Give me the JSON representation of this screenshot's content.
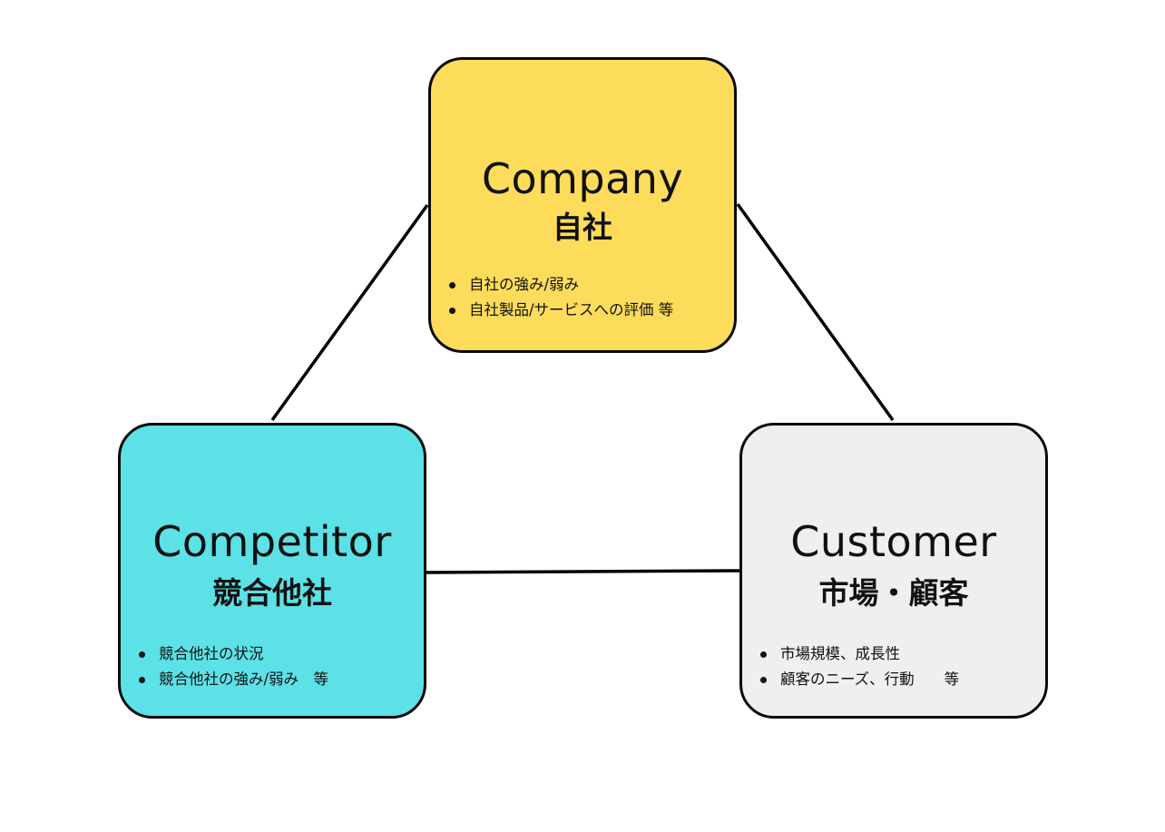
{
  "diagram": {
    "type": "3C analysis",
    "nodes": [
      {
        "id": "company",
        "title": "Company",
        "subtitle": "自社",
        "fill_color": "#FDDC5C",
        "items": [
          "自社の強み/弱み",
          "自社製品/サービスへの評価 等"
        ]
      },
      {
        "id": "competitor",
        "title": "Competitor",
        "subtitle": "競合他社",
        "fill_color": "#5CE1E6",
        "items": [
          "競合他社の状況",
          "競合他社の強み/弱み　等"
        ]
      },
      {
        "id": "customer",
        "title": "Customer",
        "subtitle": "市場・顧客",
        "fill_color": "#EEEFF1",
        "items": [
          "市場規模、成長性",
          "顧客のニーズ、行動　　等"
        ]
      }
    ],
    "connections": [
      {
        "from": "company",
        "to": "competitor"
      },
      {
        "from": "company",
        "to": "customer"
      },
      {
        "from": "competitor",
        "to": "customer"
      }
    ],
    "line_color": "#000000",
    "border_color": "#0A0A0A"
  }
}
